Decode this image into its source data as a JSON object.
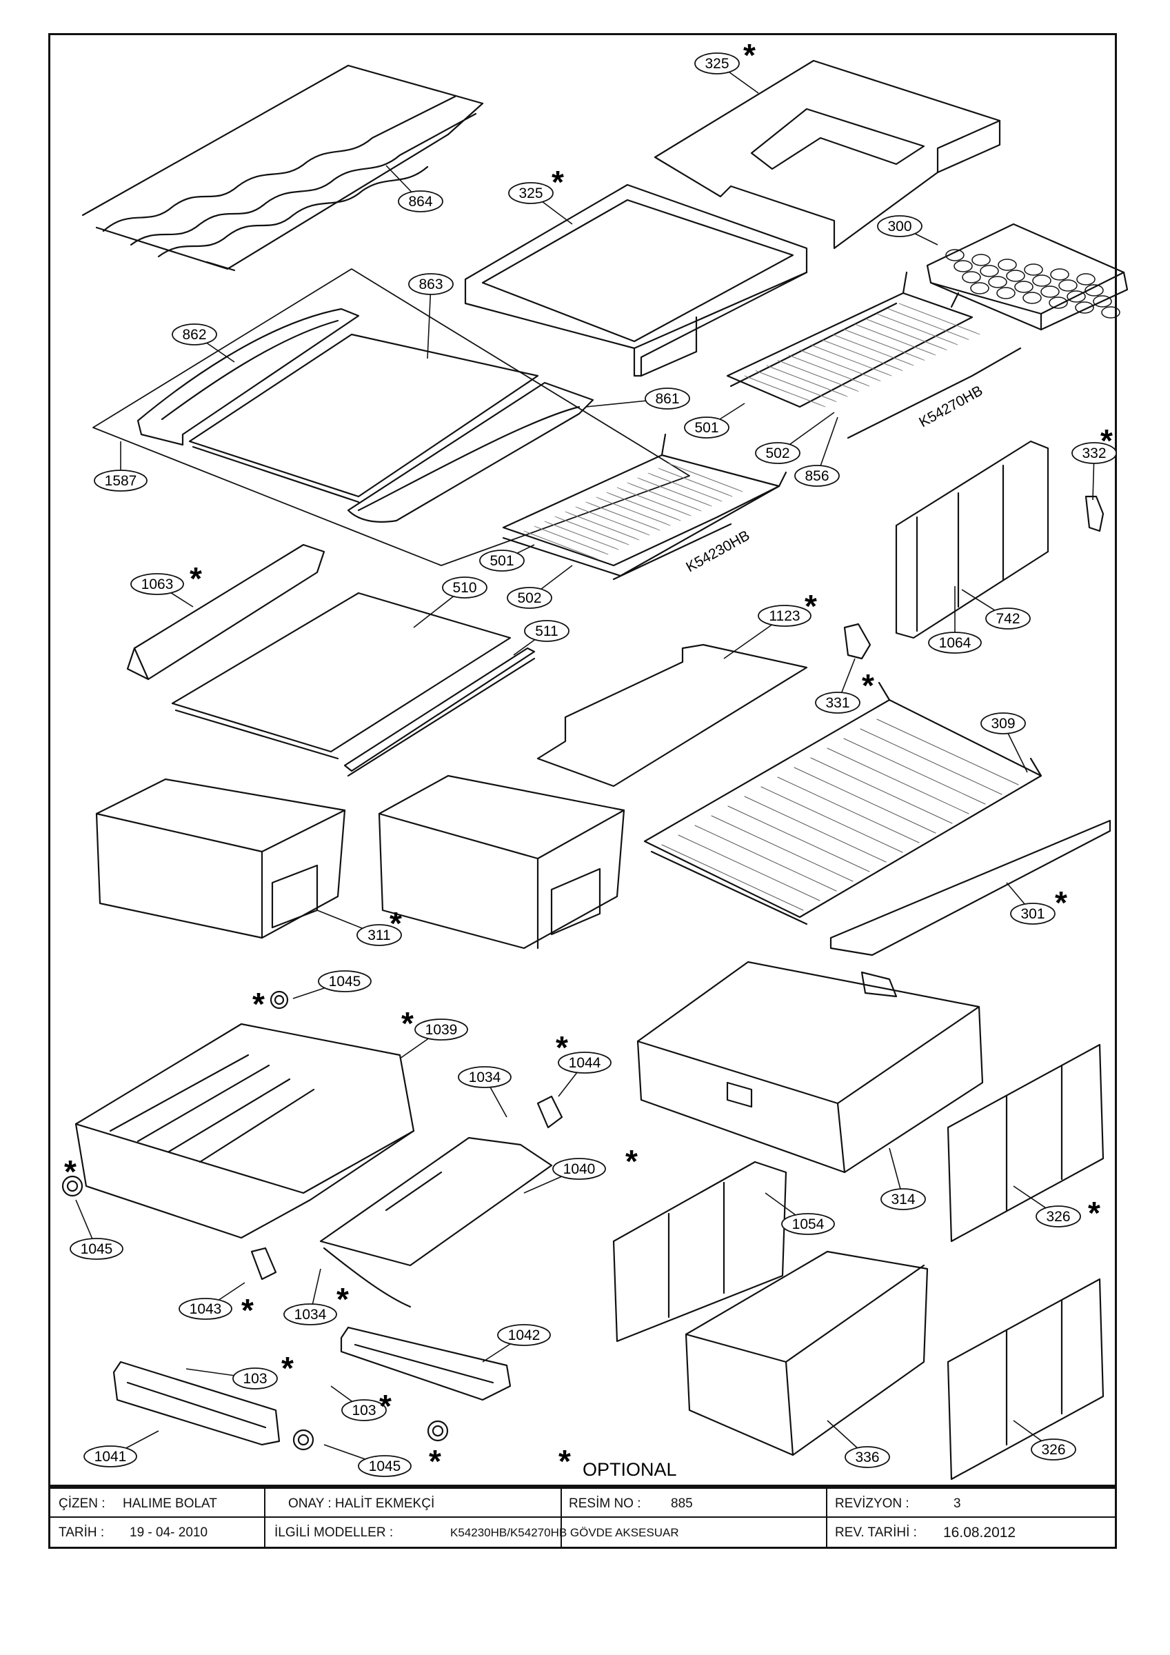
{
  "callouts": [
    {
      "id": "c325a",
      "text": "325"
    },
    {
      "id": "c864",
      "text": "864"
    },
    {
      "id": "c325b",
      "text": "325"
    },
    {
      "id": "c300",
      "text": "300"
    },
    {
      "id": "c863",
      "text": "863"
    },
    {
      "id": "c862",
      "text": "862"
    },
    {
      "id": "c861",
      "text": "861"
    },
    {
      "id": "c501a",
      "text": "501"
    },
    {
      "id": "c502a",
      "text": "502"
    },
    {
      "id": "c856",
      "text": "856"
    },
    {
      "id": "c332",
      "text": "332"
    },
    {
      "id": "c1587",
      "text": "1587"
    },
    {
      "id": "c501b",
      "text": "501"
    },
    {
      "id": "c502b",
      "text": "502"
    },
    {
      "id": "c1063",
      "text": "1063"
    },
    {
      "id": "c510",
      "text": "510"
    },
    {
      "id": "c511",
      "text": "511"
    },
    {
      "id": "c1123",
      "text": "1123"
    },
    {
      "id": "c742",
      "text": "742"
    },
    {
      "id": "c1064",
      "text": "1064"
    },
    {
      "id": "c331",
      "text": "331"
    },
    {
      "id": "c309",
      "text": "309"
    },
    {
      "id": "c311",
      "text": "311"
    },
    {
      "id": "c301",
      "text": "301"
    },
    {
      "id": "c1045a",
      "text": "1045"
    },
    {
      "id": "c1039",
      "text": "1039"
    },
    {
      "id": "c1044",
      "text": "1044"
    },
    {
      "id": "c1034a",
      "text": "1034"
    },
    {
      "id": "c1040",
      "text": "1040"
    },
    {
      "id": "c314",
      "text": "314"
    },
    {
      "id": "c326a",
      "text": "326"
    },
    {
      "id": "c1045b",
      "text": "1045"
    },
    {
      "id": "c1054",
      "text": "1054"
    },
    {
      "id": "c1043",
      "text": "1043"
    },
    {
      "id": "c1034b",
      "text": "1034"
    },
    {
      "id": "c1042",
      "text": "1042"
    },
    {
      "id": "c103a",
      "text": "103"
    },
    {
      "id": "c103b",
      "text": "103"
    },
    {
      "id": "c1045c",
      "text": "1045"
    },
    {
      "id": "c1041",
      "text": "1041"
    },
    {
      "id": "c336",
      "text": "336"
    },
    {
      "id": "c326b",
      "text": "326"
    }
  ],
  "model_texts": {
    "shelf_upper": "K54270HB",
    "shelf_lower": "K54230HB"
  },
  "optional_note": {
    "symbol": "*",
    "text": "OPTIONAL"
  },
  "title_block": {
    "drawn_label": "ÇİZEN :",
    "drawn_value": "HALIME BOLAT",
    "approval_label": "ONAY : HALİT EKMEKÇİ",
    "drawing_no_label": "RESİM NO :",
    "drawing_no_value": "885",
    "revision_label": "REVİZYON :",
    "revision_value": "3",
    "date_label": "TARİH :",
    "date_value": "19 - 04- 2010",
    "models_label": "İLGİLİ MODELLER :",
    "models_value": "K54230HB/K54270HB GÖVDE AKSESUAR",
    "rev_date_label": "REV. TARİHİ :",
    "rev_date_value": "16.08.2012"
  },
  "colors": {
    "line": "#111111",
    "glass_fill": "#d9d4cc",
    "paper": "#ffffff"
  }
}
